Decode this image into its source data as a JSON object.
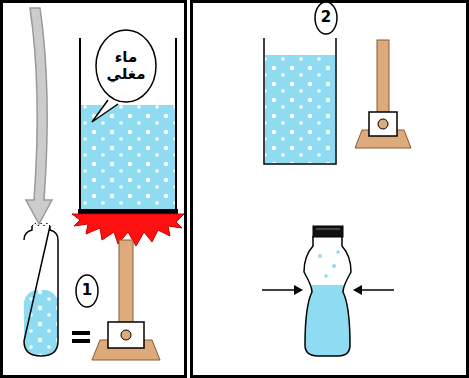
{
  "diagram": {
    "nodes": [
      {
        "text": [
          "ماء مغلي"
        ]
      },
      {
        "text": [
          "1"
        ]
      },
      {
        "text": [
          "2"
        ]
      }
    ]
  }
}
